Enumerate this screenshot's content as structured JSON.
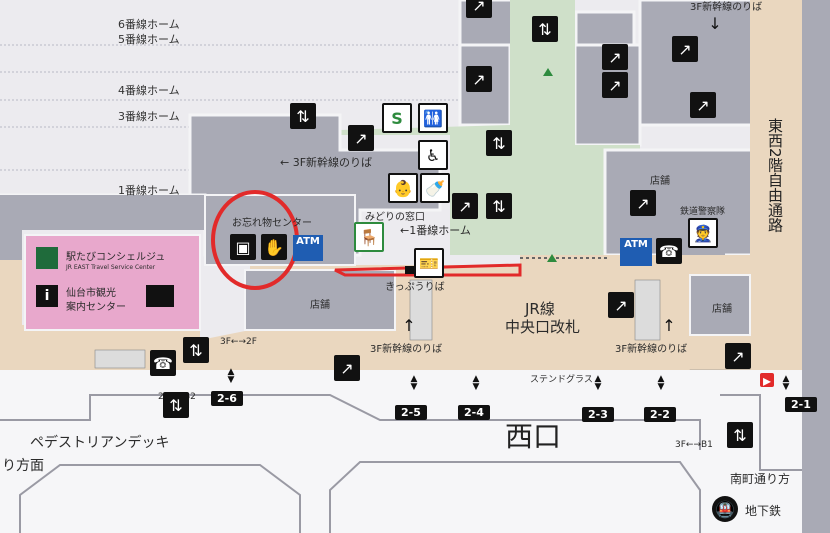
{
  "tracks": [
    "6番線ホーム",
    "5番線ホーム",
    "4番線ホーム",
    "3番線ホーム",
    "1番線ホーム"
  ],
  "labels": {
    "shinkansen_3f_top": "3F新幹線のりば",
    "shinkansen_3f_left": "3F新幹線のりば",
    "platform1": "1番線ホーム",
    "lost_found": "お忘れ物センター",
    "midori": "みどりの窓口",
    "kippu": "きっぷうりば",
    "jr_line": "JR線",
    "central_gate": "中央口改札",
    "shinkansen_3f_bottom1": "3F新幹線のりば",
    "shinkansen_3f_bottom2": "3F新幹線のりば",
    "stained_glass": "ステンドグラス",
    "pedestrian_deck": "ペデストリアンデッキ",
    "west_exit": "西口",
    "direction_left": "り方面",
    "direction_right": "南町通り方",
    "subway": "地下鉄",
    "shop1": "店舗",
    "shop2": "店舗",
    "shop3": "店舗",
    "police": "鉄道警察隊",
    "free_passage": "東西2階自由通路",
    "floor_3f_2f": "3F←→2F",
    "floor_2f_b2": "2F←→B2",
    "floor_3f_b1": "3F←→B1",
    "concierge": "駅たびコンシェルジュ",
    "concierge_en": "JR EAST Travel Service Center",
    "tourist_info_1": "仙台市観光",
    "tourist_info_2": "案内センター",
    "atm": "ATM",
    "atm2": "ATM"
  },
  "exits": [
    "2-6",
    "2-5",
    "2-4",
    "2-3",
    "2-2",
    "2-1"
  ],
  "colors": {
    "platform_green": "#cfe0c9",
    "concourse_tan": "#ead7bf",
    "building_gray": "#a9aab5",
    "pink": "#e8a8cc",
    "red_circle": "#e22a2a",
    "atm_blue": "#1f5db2"
  }
}
